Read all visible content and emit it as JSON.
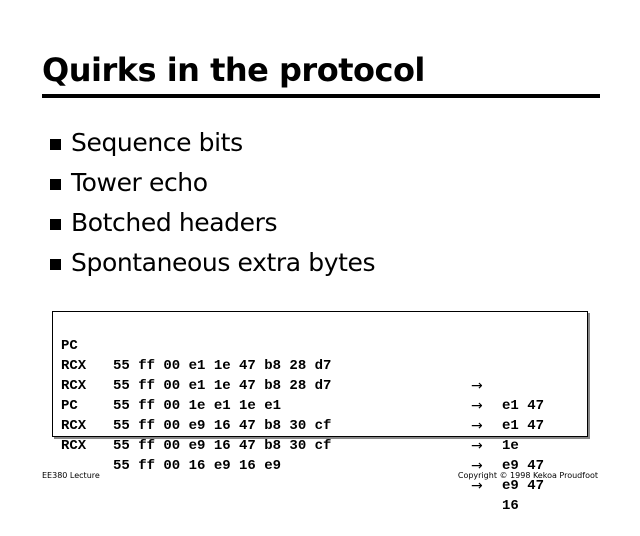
{
  "slide": {
    "title": "Quirks in the protocol",
    "bullets": [
      "Sequence bits",
      "Tower echo",
      "Botched headers",
      "Spontaneous extra bytes"
    ],
    "code_rows": [
      {
        "source": "PC",
        "bytes": "55 ff 00 e1 1e 47 b8 28 d7",
        "arrow": "→",
        "response": "e1 47"
      },
      {
        "source": "RCX",
        "bytes": "55 ff 00 e1 1e 47 b8 28 d7",
        "arrow": "→",
        "response": "e1 47"
      },
      {
        "source": "RCX",
        "bytes": "55 ff 00 1e e1 1e e1",
        "arrow": "→",
        "response": "1e"
      },
      {
        "source": "PC",
        "bytes": "55 ff 00 e9 16 47 b8 30 cf",
        "arrow": "→",
        "response": "e9 47"
      },
      {
        "source": "RCX",
        "bytes": "55 ff 00 e9 16 47 b8 30 cf",
        "arrow": "→",
        "response": "e9 47"
      },
      {
        "source": "RCX",
        "bytes": "55 ff 00 16 e9 16 e9",
        "arrow": "→",
        "response": "16"
      }
    ]
  },
  "footer": {
    "left": "EE380 Lecture",
    "right": "Copyright © 1998 Kekoa Proudfoot"
  }
}
